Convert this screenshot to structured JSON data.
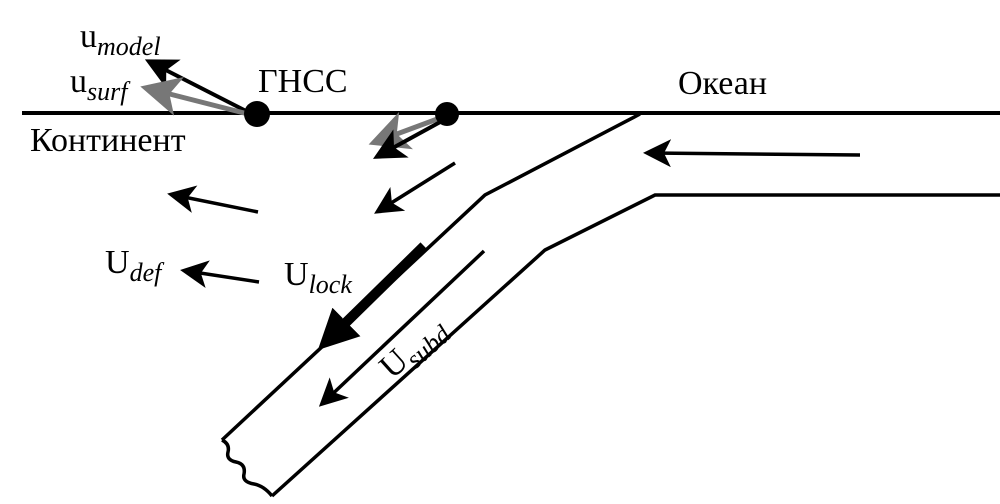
{
  "labels": {
    "gnss": "ГНСС",
    "ocean": "Океан",
    "continent": "Континент",
    "u_model": {
      "main": "u",
      "sub": "model"
    },
    "u_surf": {
      "main": "u",
      "sub": "surf"
    },
    "U_def": {
      "main": "U",
      "sub": "def"
    },
    "U_lock": {
      "main": "U",
      "sub": "lock"
    },
    "U_subd": {
      "main": "U",
      "sub": "subd"
    }
  },
  "colors": {
    "black": "#000000",
    "gray": "#777777"
  }
}
